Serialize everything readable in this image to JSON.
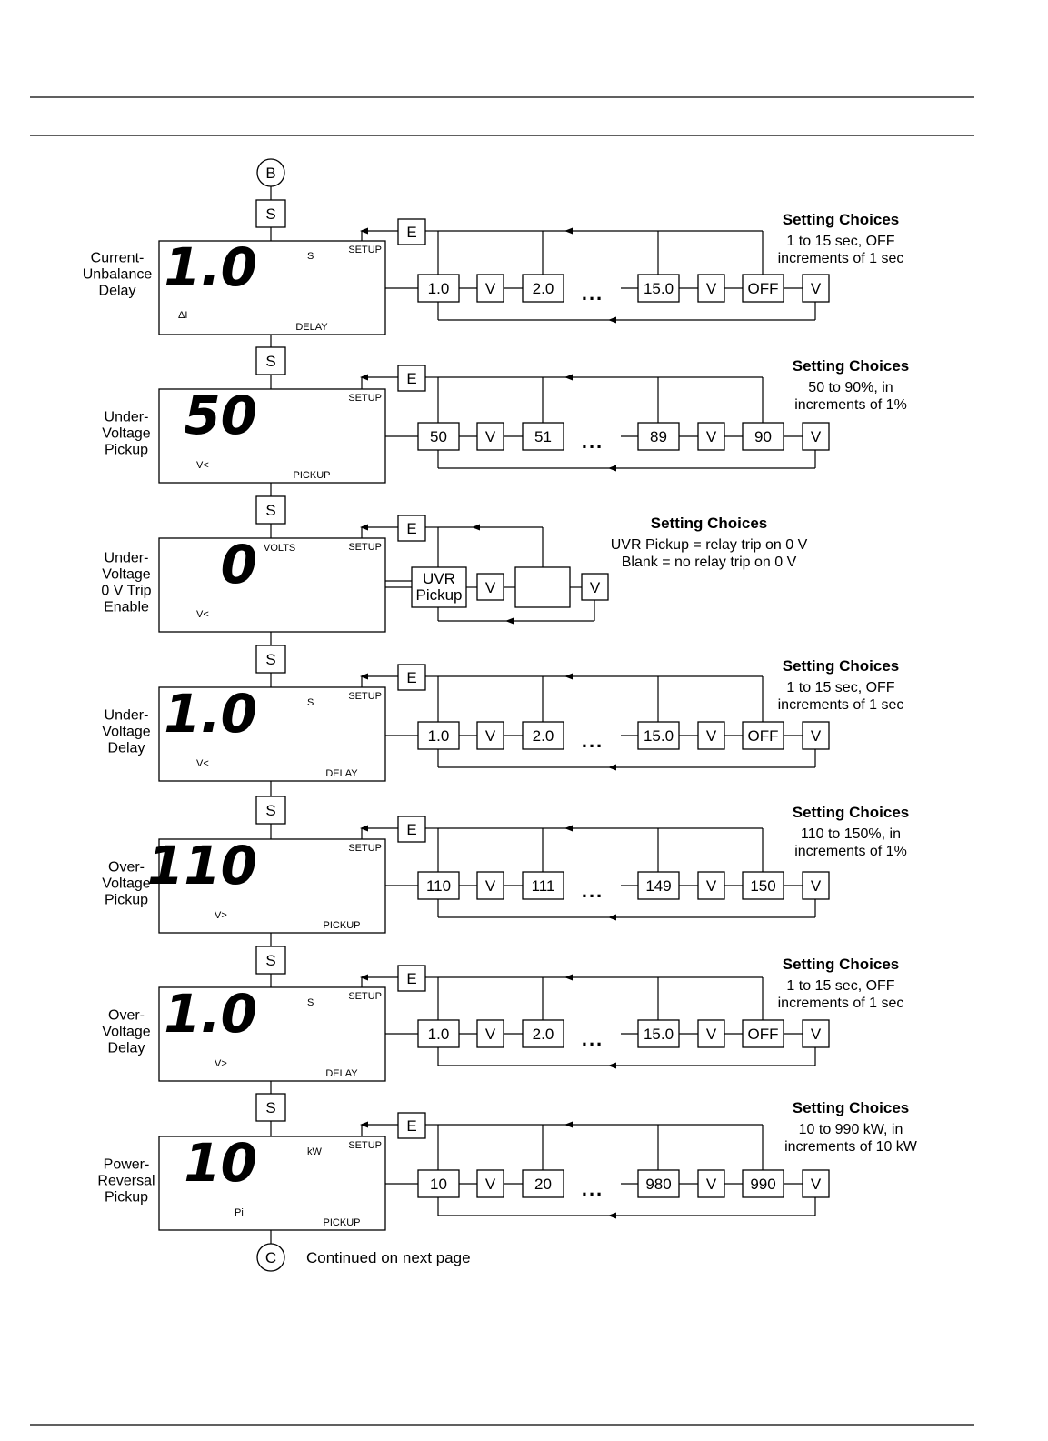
{
  "connectors": {
    "top": "B",
    "bottom": "C"
  },
  "continued_text": "Continued on next page",
  "buttons": {
    "step": "S",
    "enter": "E",
    "value": "V"
  },
  "sections": [
    {
      "label_lines": [
        "Current-",
        "Unbalance",
        "Delay"
      ],
      "display": {
        "value": "1.0",
        "unit": "S",
        "mode": "SETUP",
        "function": "DELAY",
        "symbol": "ΔI"
      },
      "choices_header": "Setting Choices",
      "choices_lines": [
        "1 to 15 sec, OFF",
        "increments of 1 sec"
      ],
      "options": [
        "1.0",
        "2.0",
        "15.0",
        "OFF"
      ]
    },
    {
      "label_lines": [
        "Under-",
        "Voltage",
        "Pickup"
      ],
      "display": {
        "value": "50",
        "unit": "",
        "mode": "SETUP",
        "function": "PICKUP",
        "symbol": "V<"
      },
      "choices_header": "Setting Choices",
      "choices_lines": [
        "50 to 90%, in",
        "increments of 1%"
      ],
      "options": [
        "50",
        "51",
        "89",
        "90"
      ]
    },
    {
      "label_lines": [
        "Under-",
        "Voltage",
        "0 V Trip",
        "Enable"
      ],
      "display": {
        "value": "0",
        "unit": "VOLTS",
        "mode": "SETUP",
        "function": "",
        "symbol": "V<"
      },
      "choices_header": "Setting Choices",
      "choices_lines": [
        "UVR Pickup = relay trip on 0 V",
        "Blank = no relay trip on 0 V"
      ],
      "options": [
        "UVR Pickup",
        ""
      ]
    },
    {
      "label_lines": [
        "Under-",
        "Voltage",
        "Delay"
      ],
      "display": {
        "value": "1.0",
        "unit": "S",
        "mode": "SETUP",
        "function": "DELAY",
        "symbol": "V<"
      },
      "choices_header": "Setting Choices",
      "choices_lines": [
        "1 to 15 sec, OFF",
        "increments of 1 sec"
      ],
      "options": [
        "1.0",
        "2.0",
        "15.0",
        "OFF"
      ]
    },
    {
      "label_lines": [
        "Over-",
        "Voltage",
        "Pickup"
      ],
      "display": {
        "value": "110",
        "unit": "",
        "mode": "SETUP",
        "function": "PICKUP",
        "symbol": "V>"
      },
      "choices_header": "Setting Choices",
      "choices_lines": [
        "110 to 150%, in",
        "increments of 1%"
      ],
      "options": [
        "110",
        "111",
        "149",
        "150"
      ]
    },
    {
      "label_lines": [
        "Over-",
        "Voltage",
        "Delay"
      ],
      "display": {
        "value": "1.0",
        "unit": "S",
        "mode": "SETUP",
        "function": "DELAY",
        "symbol": "V>"
      },
      "choices_header": "Setting Choices",
      "choices_lines": [
        "1 to 15 sec, OFF",
        "increments of 1 sec"
      ],
      "options": [
        "1.0",
        "2.0",
        "15.0",
        "OFF"
      ]
    },
    {
      "label_lines": [
        "Power-",
        "Reversal",
        "Pickup"
      ],
      "display": {
        "value": "10",
        "unit": "kW",
        "mode": "SETUP",
        "function": "PICKUP",
        "symbol": "Pi"
      },
      "choices_header": "Setting Choices",
      "choices_lines": [
        "10 to 990 kW, in",
        "increments of 10 kW"
      ],
      "options": [
        "10",
        "20",
        "980",
        "990"
      ]
    }
  ]
}
